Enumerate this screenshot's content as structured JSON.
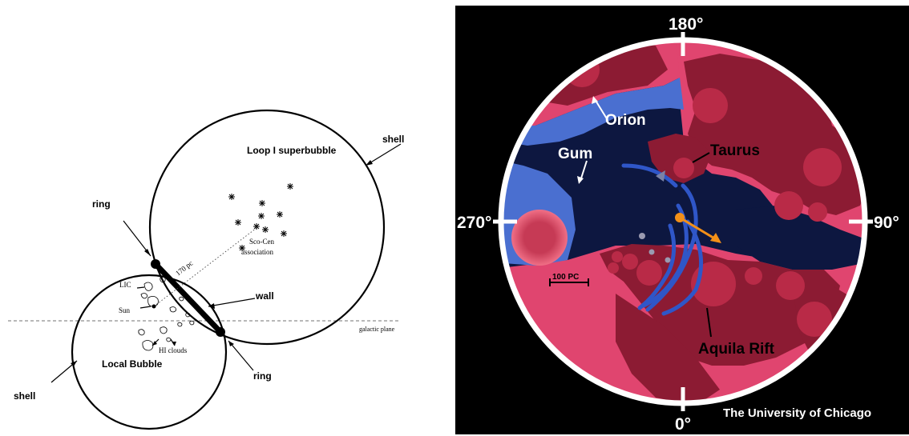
{
  "left_diagram": {
    "loop_label": "Loop I  superbubble",
    "local_label": "Local  Bubble",
    "shell_top": "shell",
    "shell_bottom": "shell",
    "ring_top": "ring",
    "ring_bottom": "ring",
    "wall": "wall",
    "distance": "170 pc",
    "association_line1": "Sco-Cen",
    "association_line2": "association",
    "lic": "LIC",
    "sun": "Sun",
    "hi_clouds": "HI clouds",
    "galactic_plane": "galactic plane"
  },
  "right_map": {
    "angle_top": "180°",
    "angle_left": "270°",
    "angle_right": "90°",
    "angle_bottom": "0°",
    "orion": "Orion",
    "gum": "Gum",
    "taurus": "Taurus",
    "aquila": "Aquila Rift",
    "scale": "100 PC",
    "credit": "The University of Chicago",
    "colors": {
      "background": "#000000",
      "dark_region": "#0d1740",
      "pink": "#e0456f",
      "dark_red": "#8c1b33",
      "blue": "#4a6fd0",
      "orange": "#f39018",
      "label_white": "#ffffff"
    }
  }
}
